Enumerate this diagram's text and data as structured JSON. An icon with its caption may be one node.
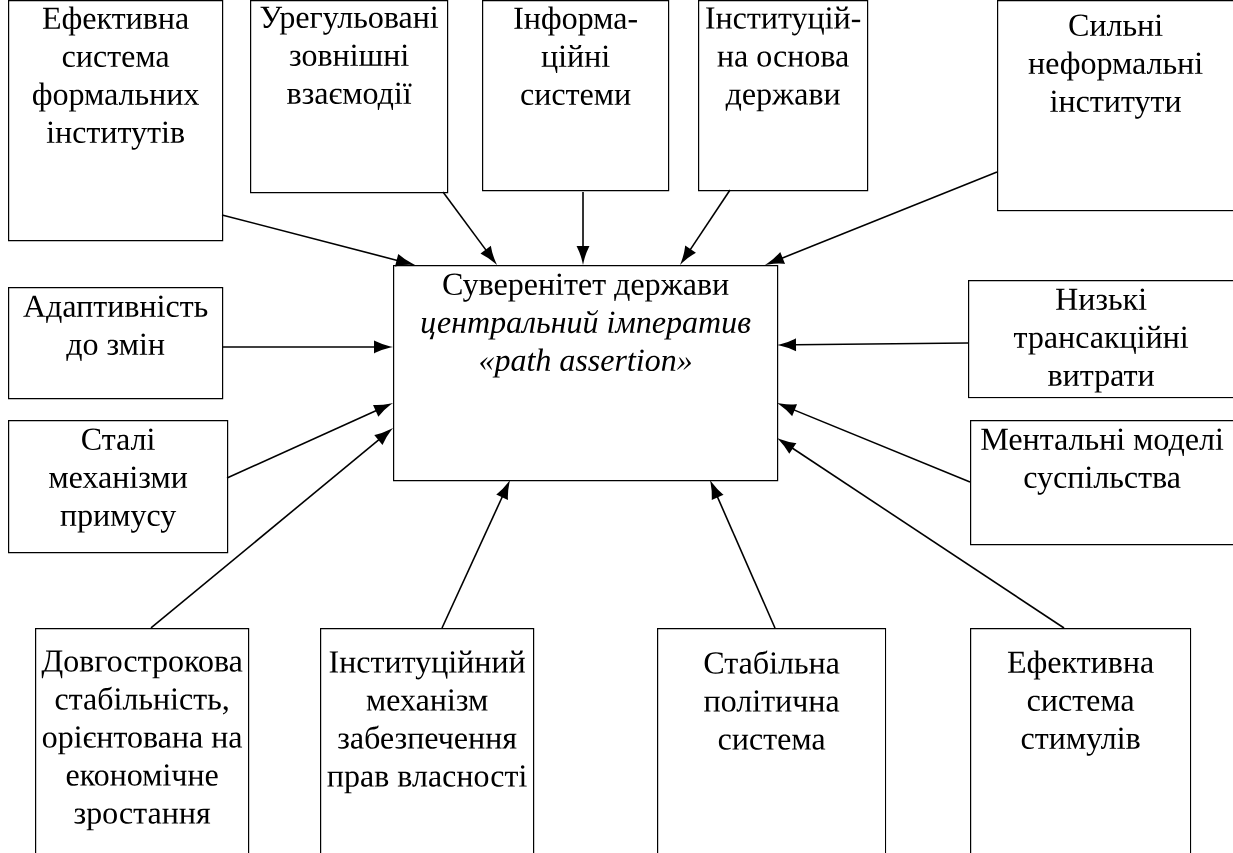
{
  "diagram": {
    "nodes": [
      {
        "text": [
          "Ефективна система формальних інститутів"
        ]
      },
      {
        "text": [
          "Урегульовані зовнішні взаємодії"
        ]
      },
      {
        "text": [
          "Інформа-ційні системи"
        ]
      },
      {
        "text": [
          "Інституцій-на основа держави"
        ]
      },
      {
        "text": [
          "Сильні неформальні інститути"
        ]
      },
      {
        "text": [
          "Суверенітет держави",
          "центральний імператив «path assertion»"
        ]
      },
      {
        "text": [
          "Адаптивність до змін"
        ]
      },
      {
        "text": [
          "Сталі механізми примусу"
        ]
      },
      {
        "text": [
          "Низькі трансакційні витрати"
        ]
      },
      {
        "text": [
          "Ментальні моделі суспільства"
        ]
      },
      {
        "text": [
          "Довгострокова стабільність, орієнтована на економічне зростання"
        ]
      },
      {
        "text": [
          "Інституційний механізм забезпечення прав власності"
        ]
      },
      {
        "text": [
          "Стабільна політична система"
        ]
      },
      {
        "text": [
          "Ефективна система стимулів"
        ]
      }
    ],
    "edges": [
      {
        "from": 0,
        "to": 5,
        "arrow": "to"
      },
      {
        "from": 1,
        "to": 5,
        "arrow": "to"
      },
      {
        "from": 2,
        "to": 5,
        "arrow": "to"
      },
      {
        "from": 3,
        "to": 5,
        "arrow": "to"
      },
      {
        "from": 4,
        "to": 5,
        "arrow": "to"
      },
      {
        "from": 6,
        "to": 5,
        "arrow": "to"
      },
      {
        "from": 7,
        "to": 5,
        "arrow": "to"
      },
      {
        "from": 8,
        "to": 5,
        "arrow": "to"
      },
      {
        "from": 9,
        "to": 5,
        "arrow": "to"
      },
      {
        "from": 10,
        "to": 5,
        "arrow": "to"
      },
      {
        "from": 11,
        "to": 5,
        "arrow": "to"
      },
      {
        "from": 12,
        "to": 5,
        "arrow": "to"
      },
      {
        "from": 13,
        "to": 5,
        "arrow": "to"
      }
    ]
  }
}
